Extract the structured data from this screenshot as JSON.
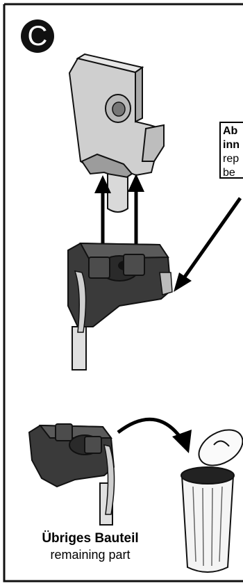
{
  "step": {
    "label": "C"
  },
  "callout": {
    "lines": [
      "Ab",
      "inn",
      "rep",
      "be"
    ]
  },
  "caption": {
    "title": "Übriges Bauteil",
    "subtitle": "remaining part"
  }
}
